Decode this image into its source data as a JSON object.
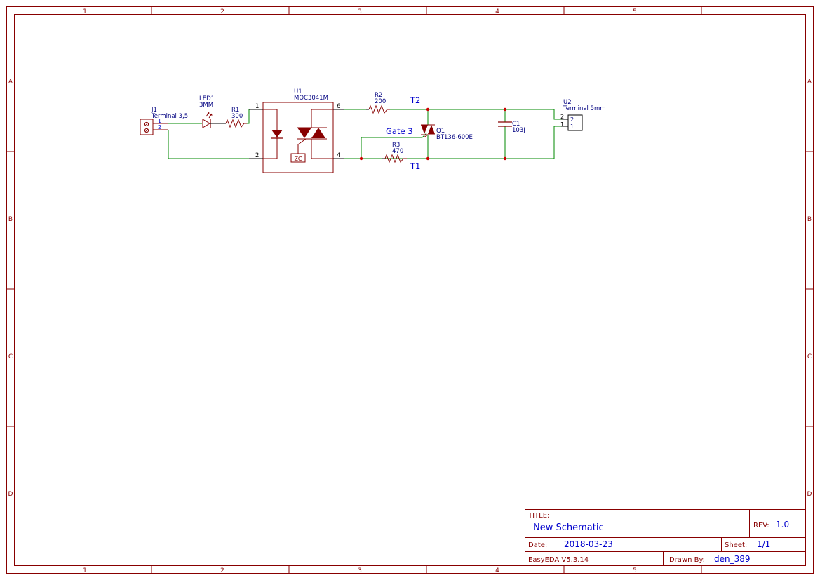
{
  "frame": {
    "columns": [
      "1",
      "2",
      "3",
      "4",
      "5"
    ],
    "rows": [
      "A",
      "B",
      "C",
      "D"
    ]
  },
  "colors": {
    "border": "#880000",
    "wire": "#008800",
    "part_label": "#000080",
    "net_label": "#0000cc",
    "symbol_fill": "#880000",
    "junction": "#cc0000",
    "pin": "#000000"
  },
  "components": {
    "j1": {
      "designator": "J1",
      "value": "Terminal 3,5",
      "pin1": "1",
      "pin2": "2"
    },
    "led1": {
      "designator": "LED1",
      "value": "3MM"
    },
    "r1": {
      "designator": "R1",
      "value": "300"
    },
    "u1": {
      "designator": "U1",
      "value": "MOC3041M",
      "pin1": "1",
      "pin2": "2",
      "pin6": "6",
      "pin4": "4",
      "zc": "ZC"
    },
    "r2": {
      "designator": "R2",
      "value": "200"
    },
    "r3": {
      "designator": "R3",
      "value": "470"
    },
    "q1": {
      "designator": "Q1",
      "value": "BT136-600E"
    },
    "c1": {
      "designator": "C1",
      "value": "103J"
    },
    "u2": {
      "designator": "U2",
      "value": "Terminal 5mm",
      "pin2": "2",
      "pin1": "1"
    }
  },
  "nets": {
    "t2": "T2",
    "t1": "T1",
    "gate": "Gate 3"
  },
  "title_block": {
    "title_label": "TITLE:",
    "title": "New Schematic",
    "rev_label": "REV:",
    "rev": "1.0",
    "date_label": "Date:",
    "date": "2018-03-23",
    "sheet_label": "Sheet:",
    "sheet": "1/1",
    "software": "EasyEDA V5.3.14",
    "drawn_by_label": "Drawn By:",
    "drawn_by": "den_389"
  }
}
